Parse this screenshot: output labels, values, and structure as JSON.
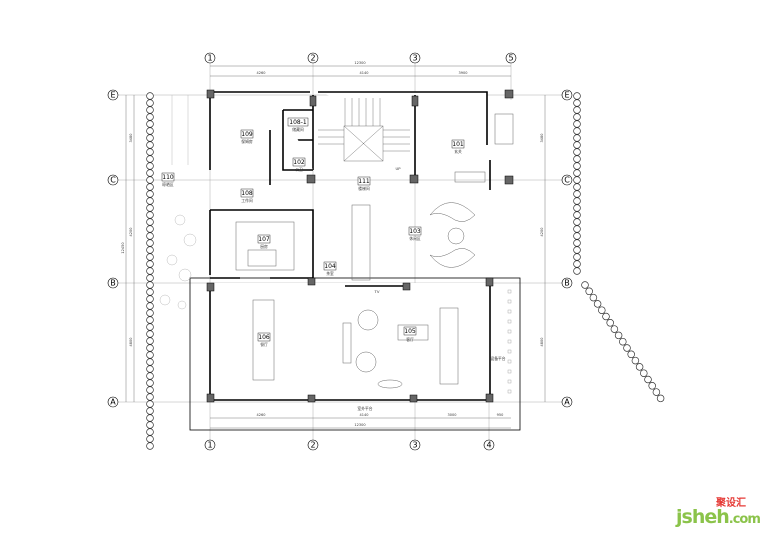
{
  "axes": {
    "top": [
      "1",
      "2",
      "3",
      "5"
    ],
    "bottom": [
      "1",
      "2",
      "3",
      "4"
    ],
    "left": [
      "E",
      "C",
      "B",
      "A"
    ],
    "right": [
      "E",
      "C",
      "B",
      "A"
    ]
  },
  "dimensions": {
    "top_total": "12300",
    "top_segments": [
      "4260",
      "4140",
      "3900"
    ],
    "bottom_total": "12300",
    "bottom_segments": [
      "4260",
      "4140",
      "3000",
      "950"
    ],
    "left_total": "12450",
    "left_segments": [
      "3480",
      "4200",
      "4800"
    ],
    "right_segments": [
      "3480",
      "4200",
      "4800"
    ]
  },
  "rooms": [
    {
      "id": "101",
      "name": "玄关"
    },
    {
      "id": "102",
      "name": "公卫"
    },
    {
      "id": "103",
      "name": "休闲区"
    },
    {
      "id": "104",
      "name": "茶室"
    },
    {
      "id": "105",
      "name": "客厅"
    },
    {
      "id": "106",
      "name": "餐厅"
    },
    {
      "id": "107",
      "name": "厨房"
    },
    {
      "id": "108",
      "name": "工作间"
    },
    {
      "id": "108-1",
      "name": "储藏间"
    },
    {
      "id": "109",
      "name": "保姆房"
    },
    {
      "id": "110",
      "name": "晾晒区"
    },
    {
      "id": "111",
      "name": "楼梯间"
    }
  ],
  "annotations": {
    "terrace": "室外平台",
    "side_platform": "设备平台",
    "up": "UP",
    "tv": "TV"
  },
  "logo": {
    "text": "jsheh",
    "suffix": ".com",
    "cn": "聚设汇"
  }
}
